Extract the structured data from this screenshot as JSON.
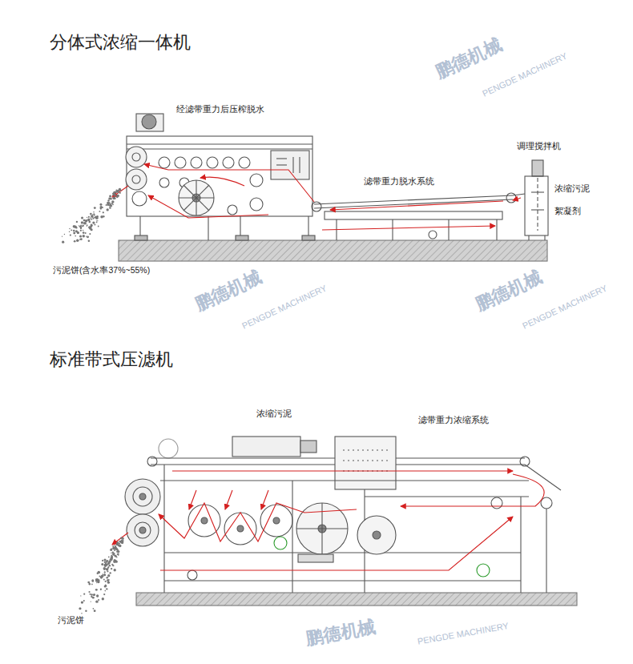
{
  "diagram": {
    "labels": [
      "分体式浓缩一体机",
      "经滤带重力后压榨脱水",
      "调理搅拌机",
      "滤带重力脱水系统",
      "浓缩污泥",
      "絮凝剂",
      "污泥饼(含水率37%~55%)",
      "标准带式压滤机",
      "浓缩污泥",
      "滤带重力浓缩系统",
      "污泥饼",
      "鹏德机械",
      "PENGDE MACHINERY",
      "鹏德机械",
      "PENGDE MACHINERY",
      "鹏德机械",
      "PENGDE MACHINERY",
      "鹏德机械",
      "PENGDE MACHINERY"
    ]
  }
}
